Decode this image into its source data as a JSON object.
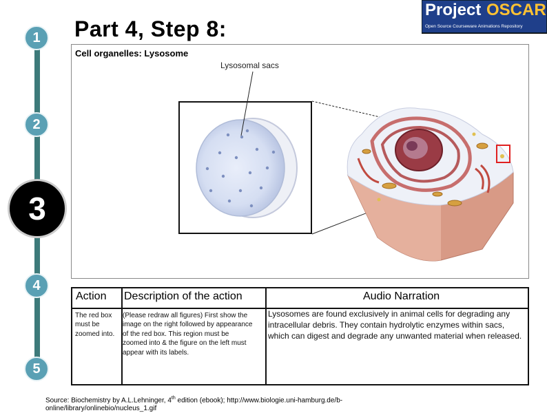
{
  "slide": {
    "title": "Part 4, Step 8:"
  },
  "steps": [
    "1",
    "2",
    "3",
    "4",
    "5"
  ],
  "active_step": "3",
  "logo": {
    "word1": "Project",
    "word2": "OSCAR",
    "tagline": "Open Source Courseware Animations Repository"
  },
  "figure": {
    "heading": "Cell organelles: Lysosome",
    "label": "Lysosomal sacs"
  },
  "table": {
    "headers": {
      "action": "Action",
      "description": "Description of the action",
      "audio": "Audio Narration"
    },
    "row": {
      "action": "The red box must be zoomed into.",
      "description": "(Please redraw all figures) First show the image on the right followed by appearance of the red box. This region must be zoomed into & the figure on the left must appear with its labels.",
      "audio": "Lysosomes are found exclusively in animal cells for degrading any intracellular debris. They contain hydrolytic enzymes within sacs, which can digest and degrade any unwanted material when released."
    }
  },
  "source": {
    "prefix": "Source: Biochemistry by A.L.Lehninger, 4",
    "sup": "th",
    "suffix": " edition  (ebook); http://www.biologie.uni-hamburg.de/b-online/library/onlinebio/nucleus_1.gif"
  },
  "colors": {
    "step_fill": "#5aa0b4",
    "track": "#3d7a7a",
    "active_step_fill": "#000000",
    "logo_bg": "#1f3f8a",
    "logo_accent": "#ffc233",
    "zoom_box": "#e02020"
  }
}
